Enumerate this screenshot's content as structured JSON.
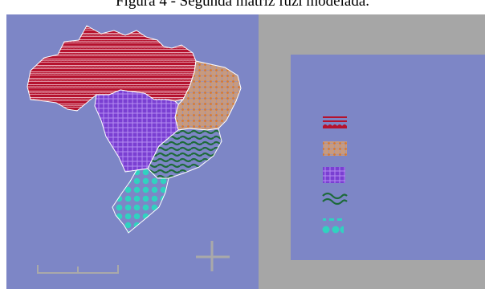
{
  "caption": "Figura 4 - Segunda matriz fuzi modelada.",
  "colors": {
    "map_background": "#7d86c6",
    "legend_background": "#7d86c6",
    "frame_gray": "#a6a6a6",
    "region_outline": "#ffffff",
    "decoration_gray": "#a9a9a9"
  },
  "regions": [
    {
      "name": "north",
      "pattern": "red-brick-lines",
      "fill": "#b5122e",
      "accent": "#e8aab8"
    },
    {
      "name": "northeast",
      "pattern": "orange-dot-grid",
      "fill": "#c89a7e",
      "accent": "#d8792e"
    },
    {
      "name": "center-west",
      "pattern": "purple-grid",
      "fill": "#7a3fd2",
      "accent": "#b48cf2"
    },
    {
      "name": "southeast",
      "pattern": "green-waves",
      "fill": "#1d6a3a",
      "accent": "#7d86c6"
    },
    {
      "name": "south",
      "pattern": "cyan-dots",
      "fill": "#30d2c0",
      "accent": "#7d86c6"
    }
  ],
  "legend": {
    "swatches": [
      {
        "pattern": "red-brick-lines"
      },
      {
        "pattern": "orange-dot-grid"
      },
      {
        "pattern": "purple-grid"
      },
      {
        "pattern": "green-waves"
      },
      {
        "pattern": "cyan-dots"
      }
    ]
  },
  "icons": [
    "scale-bar-icon",
    "north-arrow-cross-icon"
  ]
}
